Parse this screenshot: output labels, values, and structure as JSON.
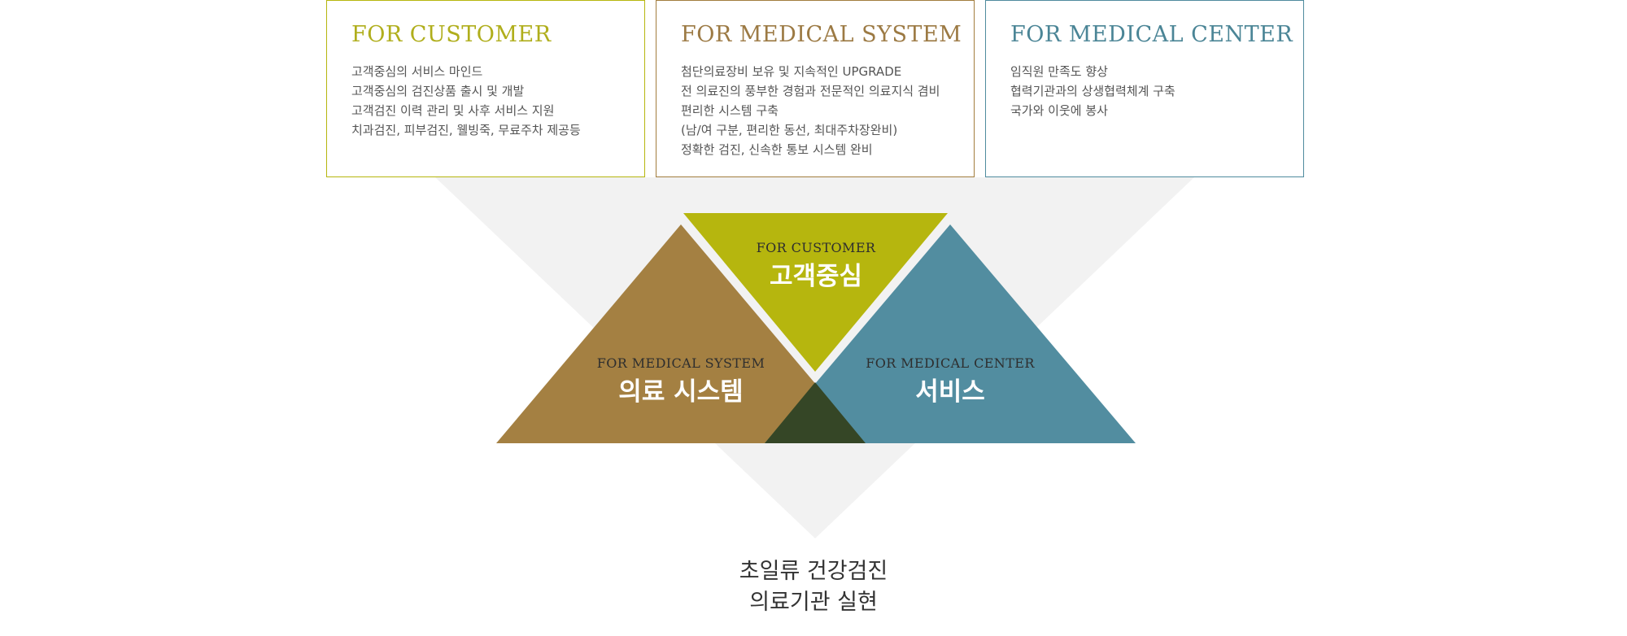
{
  "colors": {
    "customer": "#b6b60e",
    "system": "#a27d3e",
    "center": "#4f8b9e",
    "overlap": "#354626",
    "background_triangle": "#f2f2f2"
  },
  "cards": [
    {
      "title": "FOR CUSTOMER",
      "lines": [
        "고객중심의 서비스 마인드",
        "고객중심의 검진상품 출시 및 개발",
        "고객검진 이력 관리 및 사후 서비스 지원",
        "치과검진, 피부검진, 웰빙죽, 무료주차 제공등"
      ]
    },
    {
      "title": "FOR MEDICAL SYSTEM",
      "lines": [
        "첨단의료장비 보유 및 지속적인 UPGRADE",
        "전 의료진의 풍부한 경험과 전문적인 의료지식 겸비",
        "편리한 시스템 구축",
        "(남/여 구분, 편리한 동선, 최대주차장완비)",
        "정확한 검진, 신속한 통보 시스템 완비"
      ]
    },
    {
      "title": "FOR MEDICAL CENTER",
      "lines": [
        "임직원 만족도 향상",
        "협력기관과의 상생협력체계 구축",
        "국가와 이웃에 봉사"
      ]
    }
  ],
  "triangles": {
    "customer": {
      "subtitle": "FOR CUSTOMER",
      "title": "고객중심"
    },
    "system": {
      "subtitle": "FOR MEDICAL SYSTEM",
      "title": "의료 시스템"
    },
    "center": {
      "subtitle": "FOR MEDICAL CENTER",
      "title": "서비스"
    }
  },
  "bottom": {
    "line1": "초일류 건강검진",
    "line2": "의료기관 실현"
  }
}
